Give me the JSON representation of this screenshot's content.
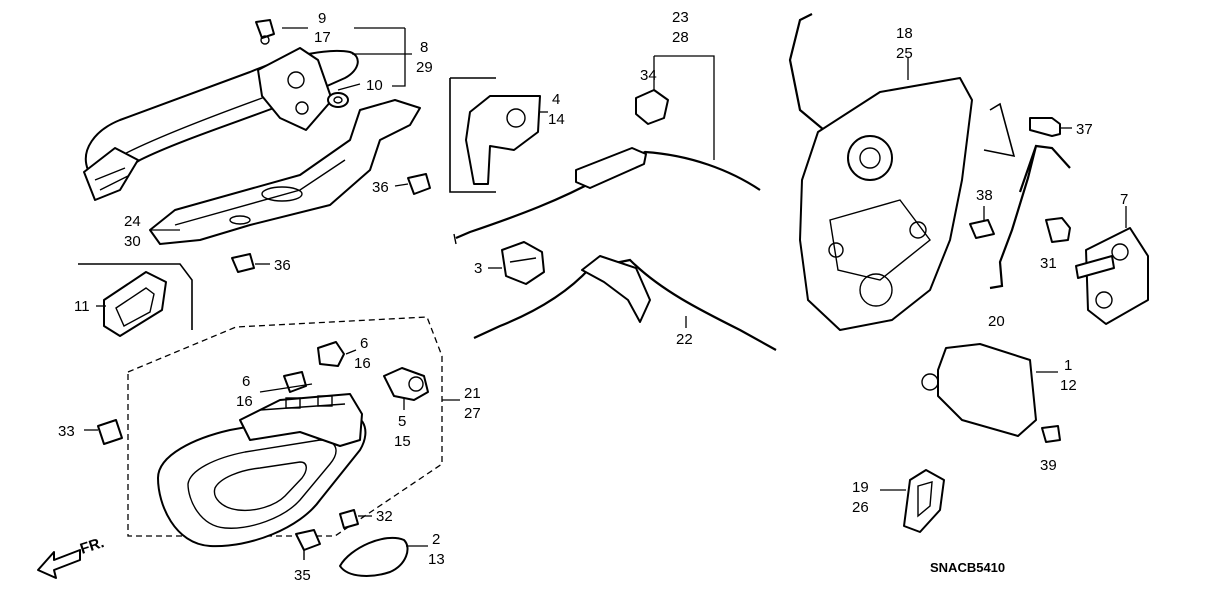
{
  "diagram": {
    "code": "SNACB5410",
    "direction_label": "FR.",
    "callouts": {
      "c1": "1",
      "c12": "12",
      "c2": "2",
      "c13": "13",
      "c3": "3",
      "c4": "4",
      "c14": "14",
      "c5": "5",
      "c15": "15",
      "c6a": "6",
      "c16a": "16",
      "c6b": "6",
      "c16b": "16",
      "c7": "7",
      "c8": "8",
      "c29": "29",
      "c9": "9",
      "c17": "17",
      "c10": "10",
      "c11": "11",
      "c18": "18",
      "c25": "25",
      "c19": "19",
      "c26": "26",
      "c20": "20",
      "c21": "21",
      "c27": "27",
      "c22": "22",
      "c23": "23",
      "c28": "28",
      "c24": "24",
      "c30": "30",
      "c31": "31",
      "c32": "32",
      "c33": "33",
      "c34": "34",
      "c35": "35",
      "c36a": "36",
      "c36b": "36",
      "c37": "37",
      "c38": "38",
      "c39": "39"
    }
  }
}
